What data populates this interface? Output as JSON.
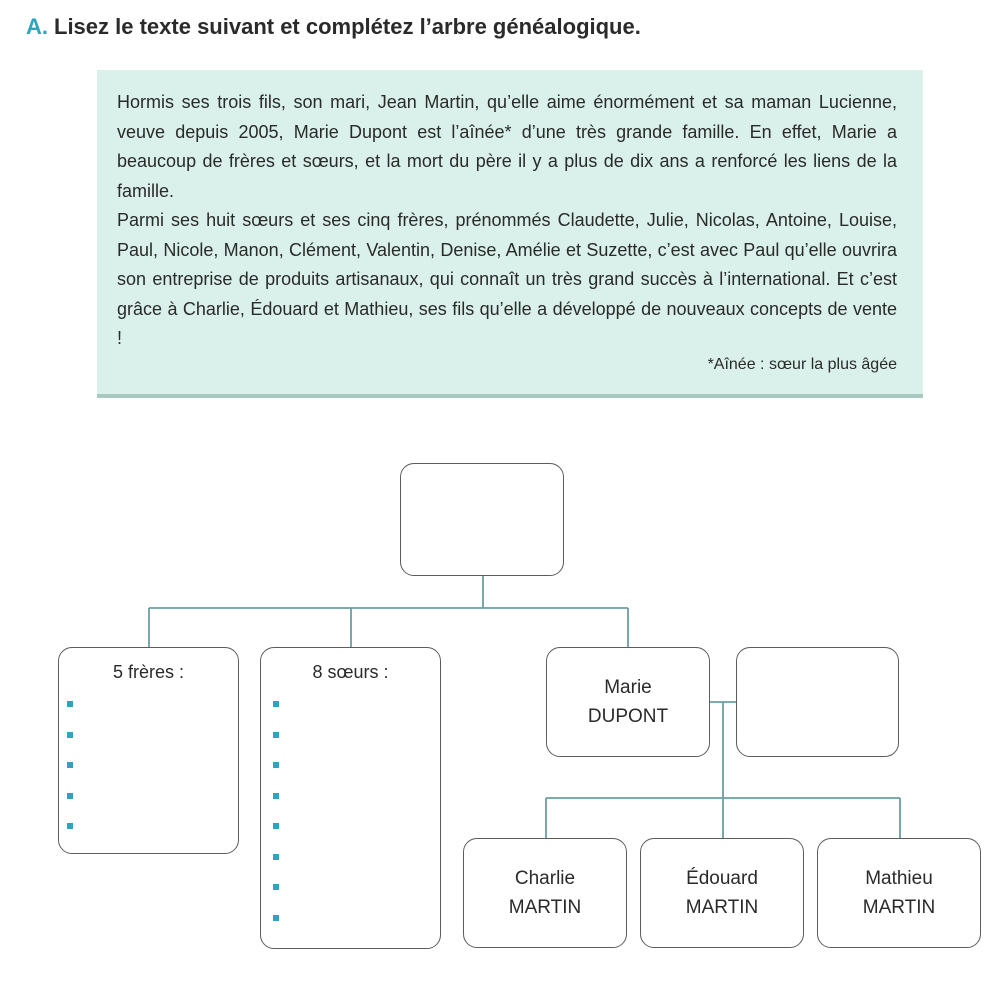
{
  "heading": {
    "letter": "A.",
    "text": "Lisez le texte suivant et complétez l’arbre généalogique."
  },
  "passage": {
    "paragraph1": "Hormis ses trois fils, son mari, Jean Martin, qu’elle aime énormément et sa maman Lucienne, veuve depuis 2005, Marie Dupont est l’aînée* d’une très grande famille. En effet, Marie a beaucoup de frères et sœurs, et la mort du père il y a plus de dix ans a renforcé les liens de la famille.",
    "paragraph2": "Parmi ses huit sœurs et ses cinq frères, prénommés Claudette, Julie, Nicolas, Antoine, Louise, Paul, Nicole, Manon, Clément, Valentin, Denise, Amélie et Suzette, c’est avec Paul qu’elle ouvrira son entreprise de produits artisanaux, qui connaît un très grand succès à l’international. Et c’est grâce à Charlie, Édouard et Mathieu, ses fils qu’elle a développé de nouveaux concepts de vente !",
    "footnote": "*Aînée : sœur la plus âgée"
  },
  "tree": {
    "brothers_label": "5 frères :",
    "brothers_count": 5,
    "sisters_label": "8 sœurs :",
    "sisters_count": 8,
    "marie": {
      "first": "Marie",
      "last": "DUPONT"
    },
    "children": [
      {
        "first": "Charlie",
        "last": "MARTIN"
      },
      {
        "first": "Édouard",
        "last": "MARTIN"
      },
      {
        "first": "Mathieu",
        "last": "MARTIN"
      }
    ]
  },
  "colors": {
    "accent": "#2fa4c0",
    "text_box_bg": "#d9f1ea",
    "line": "#6a9ea3",
    "box_border": "#5c5c5c"
  }
}
